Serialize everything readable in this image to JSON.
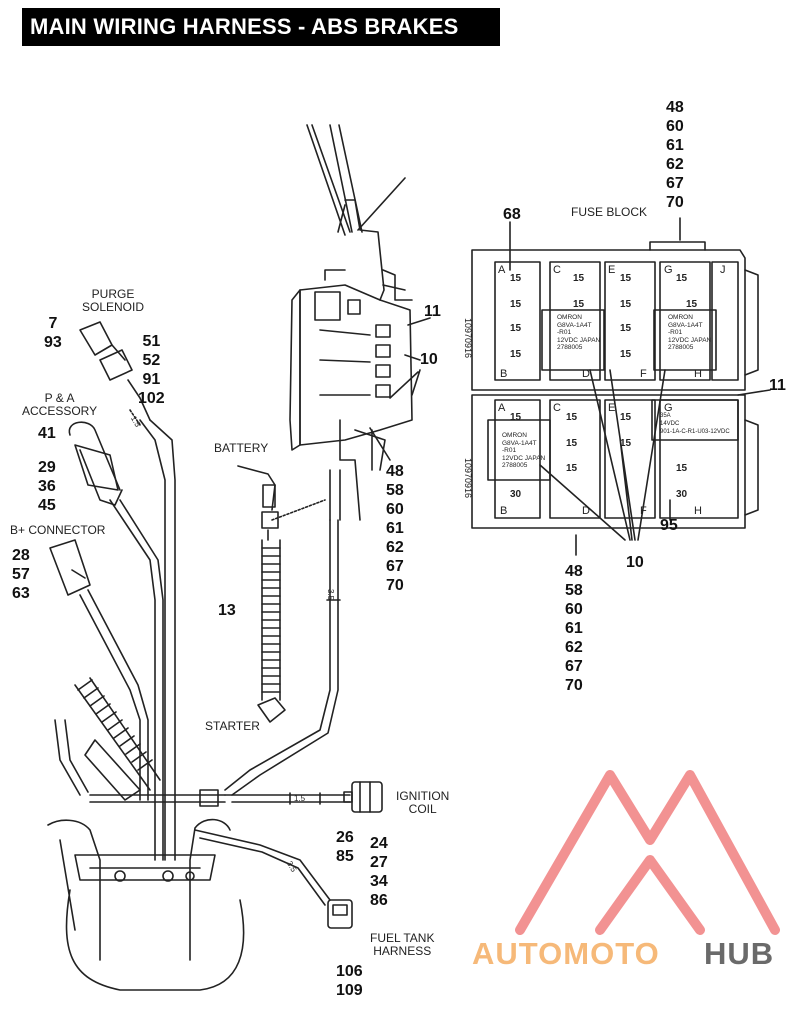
{
  "title": "MAIN WIRING HARNESS - ABS BRAKES",
  "labels": {
    "purge_solenoid": [
      "PURGE",
      "SOLENOID"
    ],
    "pa_accessory": [
      "P & A",
      "ACCESSORY"
    ],
    "b_plus_connector": "B+ CONNECTOR",
    "battery": "BATTERY",
    "starter": "STARTER",
    "ignition_coil": [
      "IGNITION",
      "COIL"
    ],
    "fuel_tank_harness": [
      "FUEL TANK",
      "HARNESS"
    ],
    "fuse_block": "FUSE BLOCK"
  },
  "callouts": {
    "purge_left": [
      "7",
      "93"
    ],
    "purge_right": [
      "51",
      "52",
      "91",
      "102"
    ],
    "pa": [
      "41",
      "29",
      "36",
      "45"
    ],
    "b_plus": [
      "28",
      "57",
      "63"
    ],
    "top_right": [
      "48",
      "60",
      "61",
      "62",
      "67",
      "70"
    ],
    "fuse_68": "68",
    "mid_11": "11",
    "mid_10": "10",
    "below_module": [
      "48",
      "58",
      "60",
      "61",
      "62",
      "67",
      "70"
    ],
    "right_11": "11",
    "fuse_10": "10",
    "fuse_95": "95",
    "below_fuse": [
      "48",
      "58",
      "60",
      "61",
      "62",
      "67",
      "70"
    ],
    "harness_13": "13",
    "ign_left": [
      "26",
      "85"
    ],
    "ign_right": [
      "24",
      "27",
      "34",
      "86"
    ],
    "fuel_tank": [
      "106",
      "109"
    ]
  },
  "fuse_block": {
    "upper": {
      "column_letters": [
        "A",
        "C",
        "E",
        "G",
        "J"
      ],
      "bottom_letters": [
        "B",
        "D",
        "F",
        "H"
      ],
      "fuse_values": [
        "15",
        "15",
        "15",
        "15",
        "15",
        "15",
        "15",
        "15",
        "15",
        "15",
        "15",
        "15"
      ],
      "side_code": "10970916",
      "relay_text": [
        "OMRON",
        "G8VA-1A4T",
        "-R01",
        "12VDC  JAPAN",
        "2788005"
      ]
    },
    "lower": {
      "column_letters": [
        "A",
        "C",
        "E",
        "G"
      ],
      "bottom_letters": [
        "B",
        "D",
        "F",
        "H"
      ],
      "fuse_values": [
        "15",
        "15",
        "15",
        "15",
        "15",
        "15",
        "30",
        "15",
        "30"
      ],
      "side_code": "10970916",
      "relay_text": [
        "OMRON",
        "G8VA-1A4T",
        "-R01",
        "12VDC  JAPAN",
        "2788005"
      ],
      "module_text": [
        "35A",
        "14VDC",
        "901-1A-C-R1-U03-12VDC"
      ]
    }
  },
  "wire_marks": [
    "3.5",
    "1.5",
    "3.5",
    "1.5"
  ],
  "watermark": {
    "part1": "AUTOMOTO",
    "part2": "HUB",
    "color1": "#f6b26b",
    "color2": "#5a5a5a",
    "logo_color": "#f08080"
  }
}
